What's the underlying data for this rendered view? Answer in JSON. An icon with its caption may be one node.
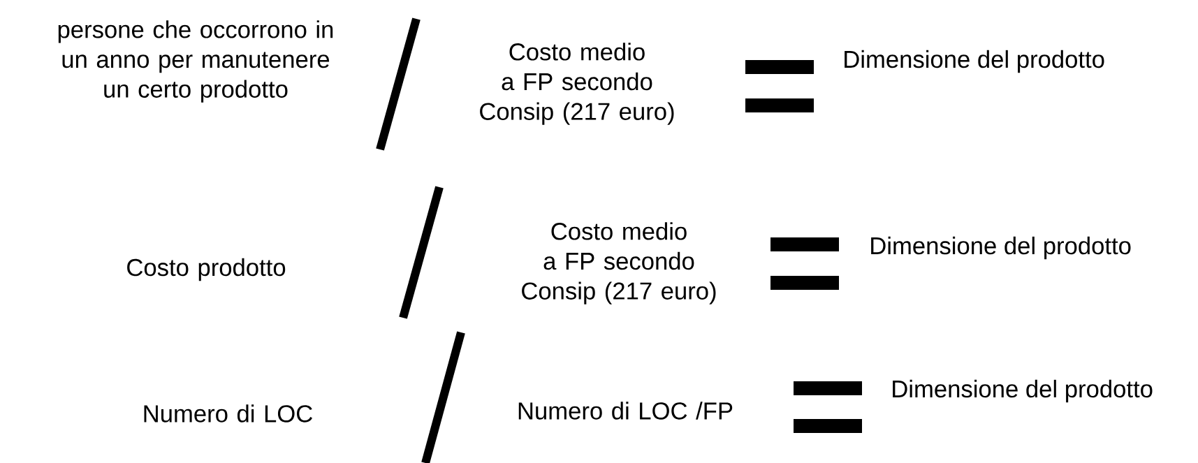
{
  "diagram": {
    "labels": [
      "persone che occorrono in un anno per manutenere un certo prodotto",
      "Costo medio a FP secondo Consip (217 euro)",
      "Dimensione del prodotto",
      "Costo prodotto",
      "Costo medio a FP secondo Consip (217 euro)",
      "Dimensione del prodotto",
      "Numero di LOC",
      "Numero di LOC /FP",
      "Dimensione del prodotto"
    ]
  }
}
